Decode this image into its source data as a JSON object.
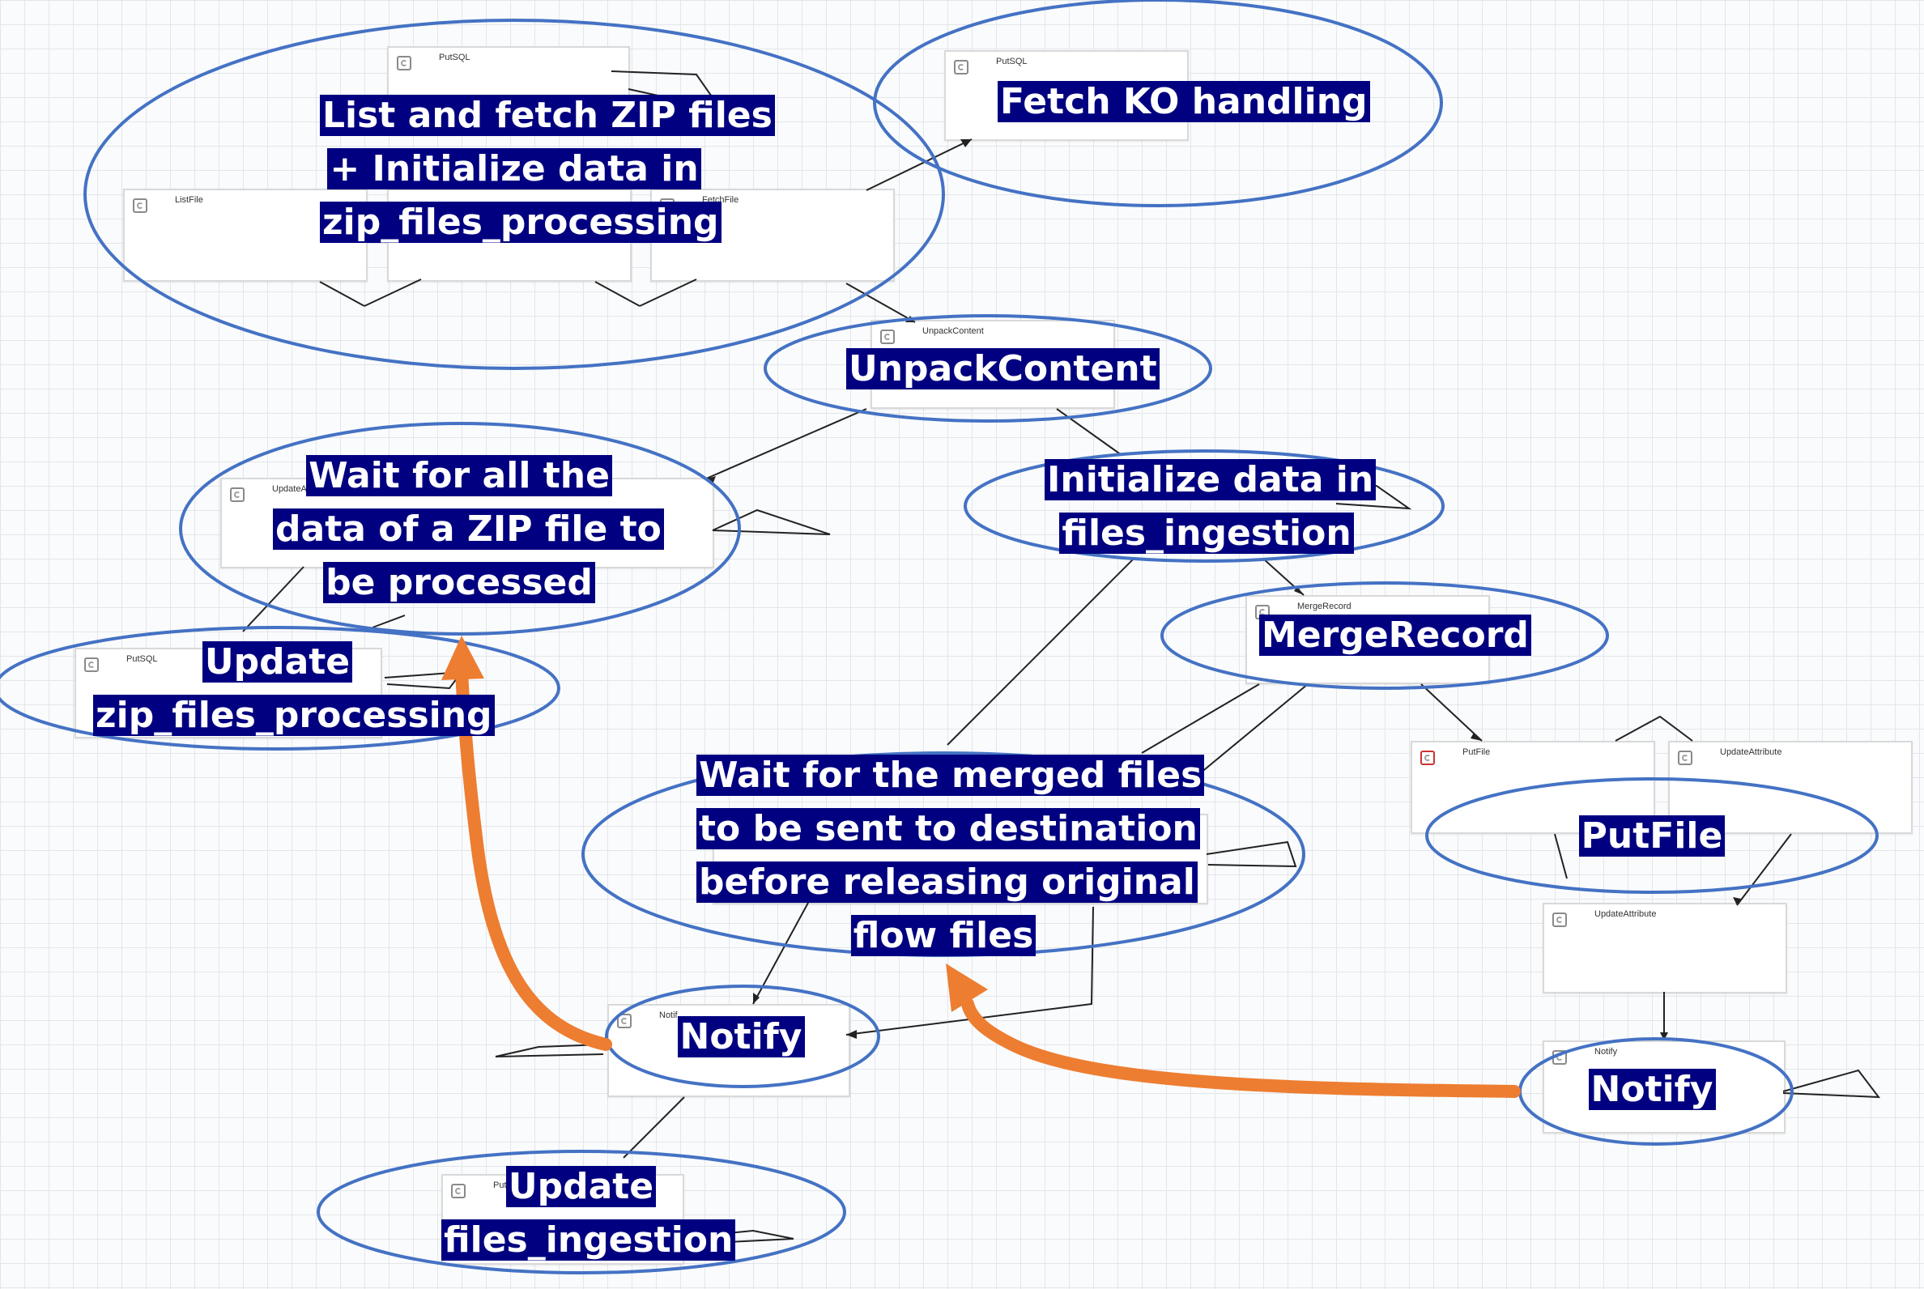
{
  "processors": [
    {
      "id": "putsql-top",
      "type": "PutSQL"
    },
    {
      "id": "listfile",
      "type": "ListFile"
    },
    {
      "id": "fetchfile",
      "type": "FetchFile"
    },
    {
      "id": "putsql-ko",
      "type": "PutSQL"
    },
    {
      "id": "unpackcontent",
      "type": "UnpackContent"
    },
    {
      "id": "updateattribute-wait",
      "type": "UpdateAttri"
    },
    {
      "id": "putsql-zip",
      "type": "PutSQL"
    },
    {
      "id": "mergerecord",
      "type": "MergeRecord"
    },
    {
      "id": "putfile",
      "type": "PutFile"
    },
    {
      "id": "updateattribute-right",
      "type": "UpdateAttribute"
    },
    {
      "id": "updateattribute-bottom",
      "type": "UpdateAttribute"
    },
    {
      "id": "notify-left",
      "type": "Notif"
    },
    {
      "id": "notify-right",
      "type": "Notify"
    },
    {
      "id": "putsql-ingest",
      "type": "PutS"
    }
  ],
  "annotations": {
    "list_fetch": [
      "List and fetch ZIP files",
      "+ Initialize data in",
      "zip_files_processing"
    ],
    "fetch_ko": [
      "Fetch KO handling"
    ],
    "unpack": [
      "UnpackContent"
    ],
    "wait_zip": [
      "Wait for all the",
      "data of a ZIP file to",
      "be processed"
    ],
    "init_files": [
      "Initialize data in",
      "files_ingestion"
    ],
    "mergerecord": [
      "MergeRecord"
    ],
    "update_zip": [
      "Update",
      "zip_files_processing"
    ],
    "wait_merged": [
      "Wait for the merged files",
      "to be sent to destination",
      "before releasing original",
      "flow files"
    ],
    "putfile": [
      "PutFile"
    ],
    "notify_left": [
      "Notify"
    ],
    "notify_right": [
      "Notify"
    ],
    "update_ingest": [
      "Update",
      "files_ingestion"
    ]
  },
  "colors": {
    "label_bg": "#000080",
    "label_text": "#ffffff",
    "ellipse_stroke": "#4472c4",
    "arrow": "#ed7d31",
    "connection": "#222222",
    "processor_border": "#d9d9d9"
  }
}
